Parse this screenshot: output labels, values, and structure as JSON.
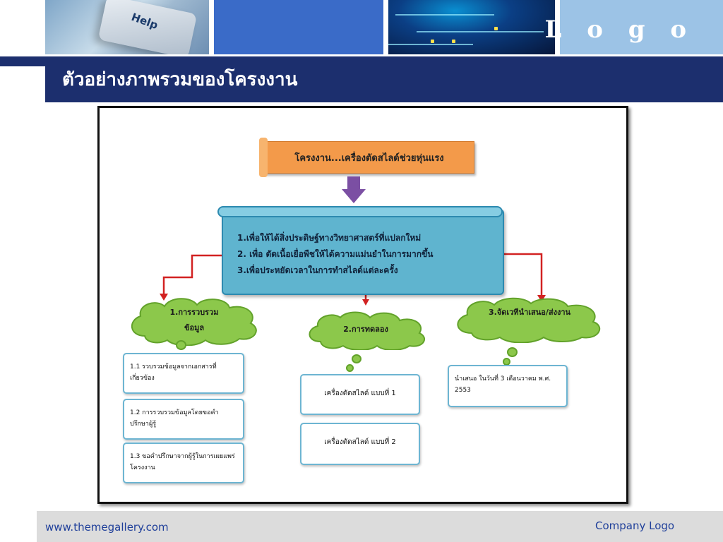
{
  "header": {
    "logo": "L o g o",
    "help_key": "Help"
  },
  "slide": {
    "title": "ตัวอย่างภาพรวมของโครงงาน"
  },
  "diagram": {
    "project_title": "โครงงาน...เครื่องตัดสไลด์ช่วยหุ่นแรง",
    "objectives": [
      "1.เพื่อให้ได้สิ่งประดิษฐ์ทางวิทยาศาสตร์ที่แปลกใหม่",
      "2. เพื่อ ตัดเนื้อเยื่อพืชให้ได้ความแม่นยำในการมากขึ้น",
      "3.เพื่อประหยัดเวลาในการทำสไลด์แต่ละครั้ง"
    ],
    "steps": [
      {
        "label_line1": "1.การรวบรวม",
        "label_line2": "ข้อมูล",
        "items": [
          "1.1 รวบรวมข้อมูลจากเอกสารที่เกี่ยวข้อง",
          "1.2 การรวบรวมข้อมูลโดยขอคำปรึกษาผู้รู้",
          "1.3 ขอคำปรึกษาจากผู้รู้ในการเผยแพร่โครงงาน"
        ]
      },
      {
        "label_line1": "2.การทดลอง",
        "label_line2": "",
        "items": [
          "เครื่องตัดสไลด์ แบบที่ 1",
          "เครื่องตัดสไลด์ แบบที่ 2"
        ]
      },
      {
        "label_line1": "3.จัดเวทีนำเสนอ/ส่งงาน",
        "label_line2": "",
        "items": [
          "นำเสนอ ในวันที่ 3 เดือนวาคม พ.ศ. 2553"
        ]
      }
    ]
  },
  "footer": {
    "url": "www.themegallery.com",
    "company": "Company Logo"
  },
  "colors": {
    "title_bar": "#1c2f6e",
    "orange_box": "#f39a4a",
    "scroll_blue": "#5fb4cf",
    "cloud_green": "#8cc84b",
    "connector_red": "#d22222",
    "arrow_purple": "#7b4fa3"
  }
}
